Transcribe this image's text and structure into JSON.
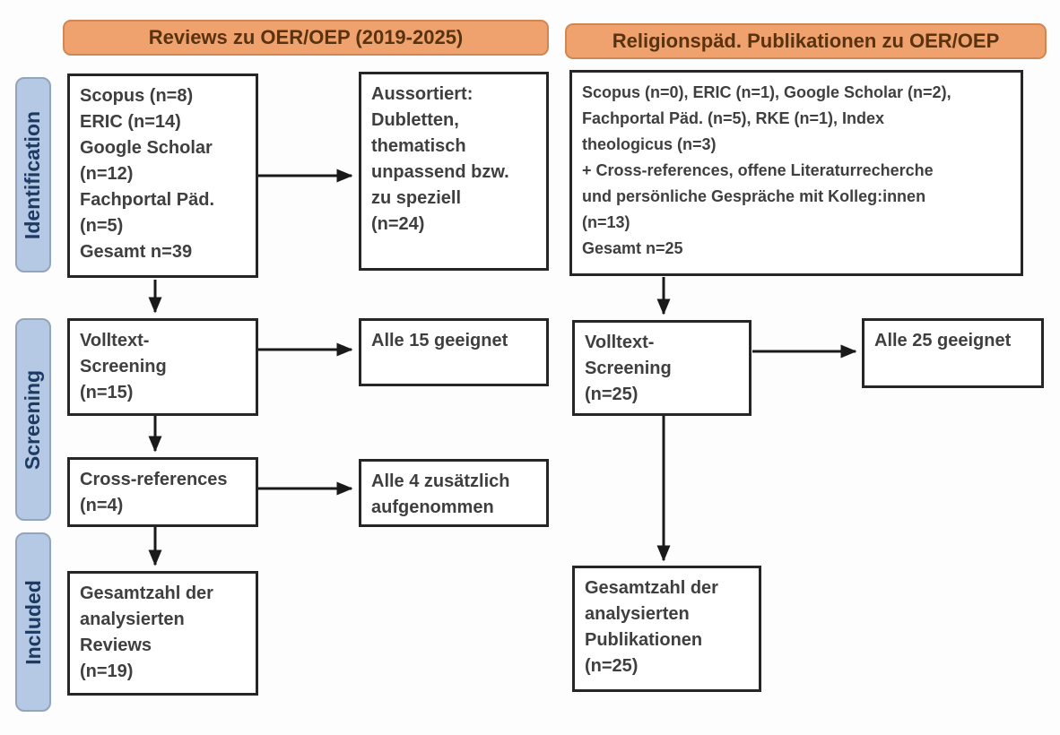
{
  "headers": {
    "left": "Reviews zu OER/OEP (2019-2025)",
    "right": "Religionspäd. Publikationen zu OER/OEP"
  },
  "stages": {
    "identification": "Identification",
    "screening": "Screening",
    "included": "Included"
  },
  "left_column": {
    "sources_box": [
      "Scopus (n=8)",
      "ERIC (n=14)",
      "Google Scholar",
      "(n=12)",
      "Fachportal Päd.",
      "(n=5)",
      "Gesamt n=39"
    ],
    "aussortiert_box": [
      "Aussortiert:",
      "Dubletten,",
      "thematisch",
      "unpassend bzw.",
      "zu speziell",
      "(n=24)"
    ],
    "volltext_box": [
      "Volltext-",
      "Screening",
      "(n=15)"
    ],
    "alle15_box": [
      "Alle 15 geeignet"
    ],
    "crossref_box": [
      "Cross-references",
      "(n=4)"
    ],
    "alle4_box": [
      "Alle 4 zusätzlich",
      "aufgenommen"
    ],
    "gesamt_box": [
      "Gesamtzahl der",
      "analysierten",
      "Reviews",
      "(n=19)"
    ]
  },
  "right_column": {
    "sources_box": [
      "Scopus (n=0), ERIC (n=1), Google Scholar (n=2),",
      "Fachportal Päd. (n=5), RKE (n=1), Index",
      "theologicus (n=3)",
      "+ Cross-references, offene Literaturrecherche",
      "und persönliche Gespräche mit Kolleg:innen",
      "(n=13)",
      "Gesamt n=25"
    ],
    "volltext_box": [
      "Volltext-",
      "Screening",
      "(n=25)"
    ],
    "alle25_box": [
      "Alle 25 geeignet"
    ],
    "gesamt_box": [
      "Gesamtzahl der",
      "analysierten",
      "Publikationen",
      "(n=25)"
    ]
  },
  "colors": {
    "header-bg": "#f0a26e",
    "header-border": "#cf8753",
    "header-text": "#59320f",
    "stage-bg": "#b5c8e4",
    "stage-border": "#93a4bd",
    "stage-text": "#1d3a63",
    "box-border": "#262626",
    "box-text": "#3f3f3f",
    "arrow": "#1a1a1a"
  }
}
